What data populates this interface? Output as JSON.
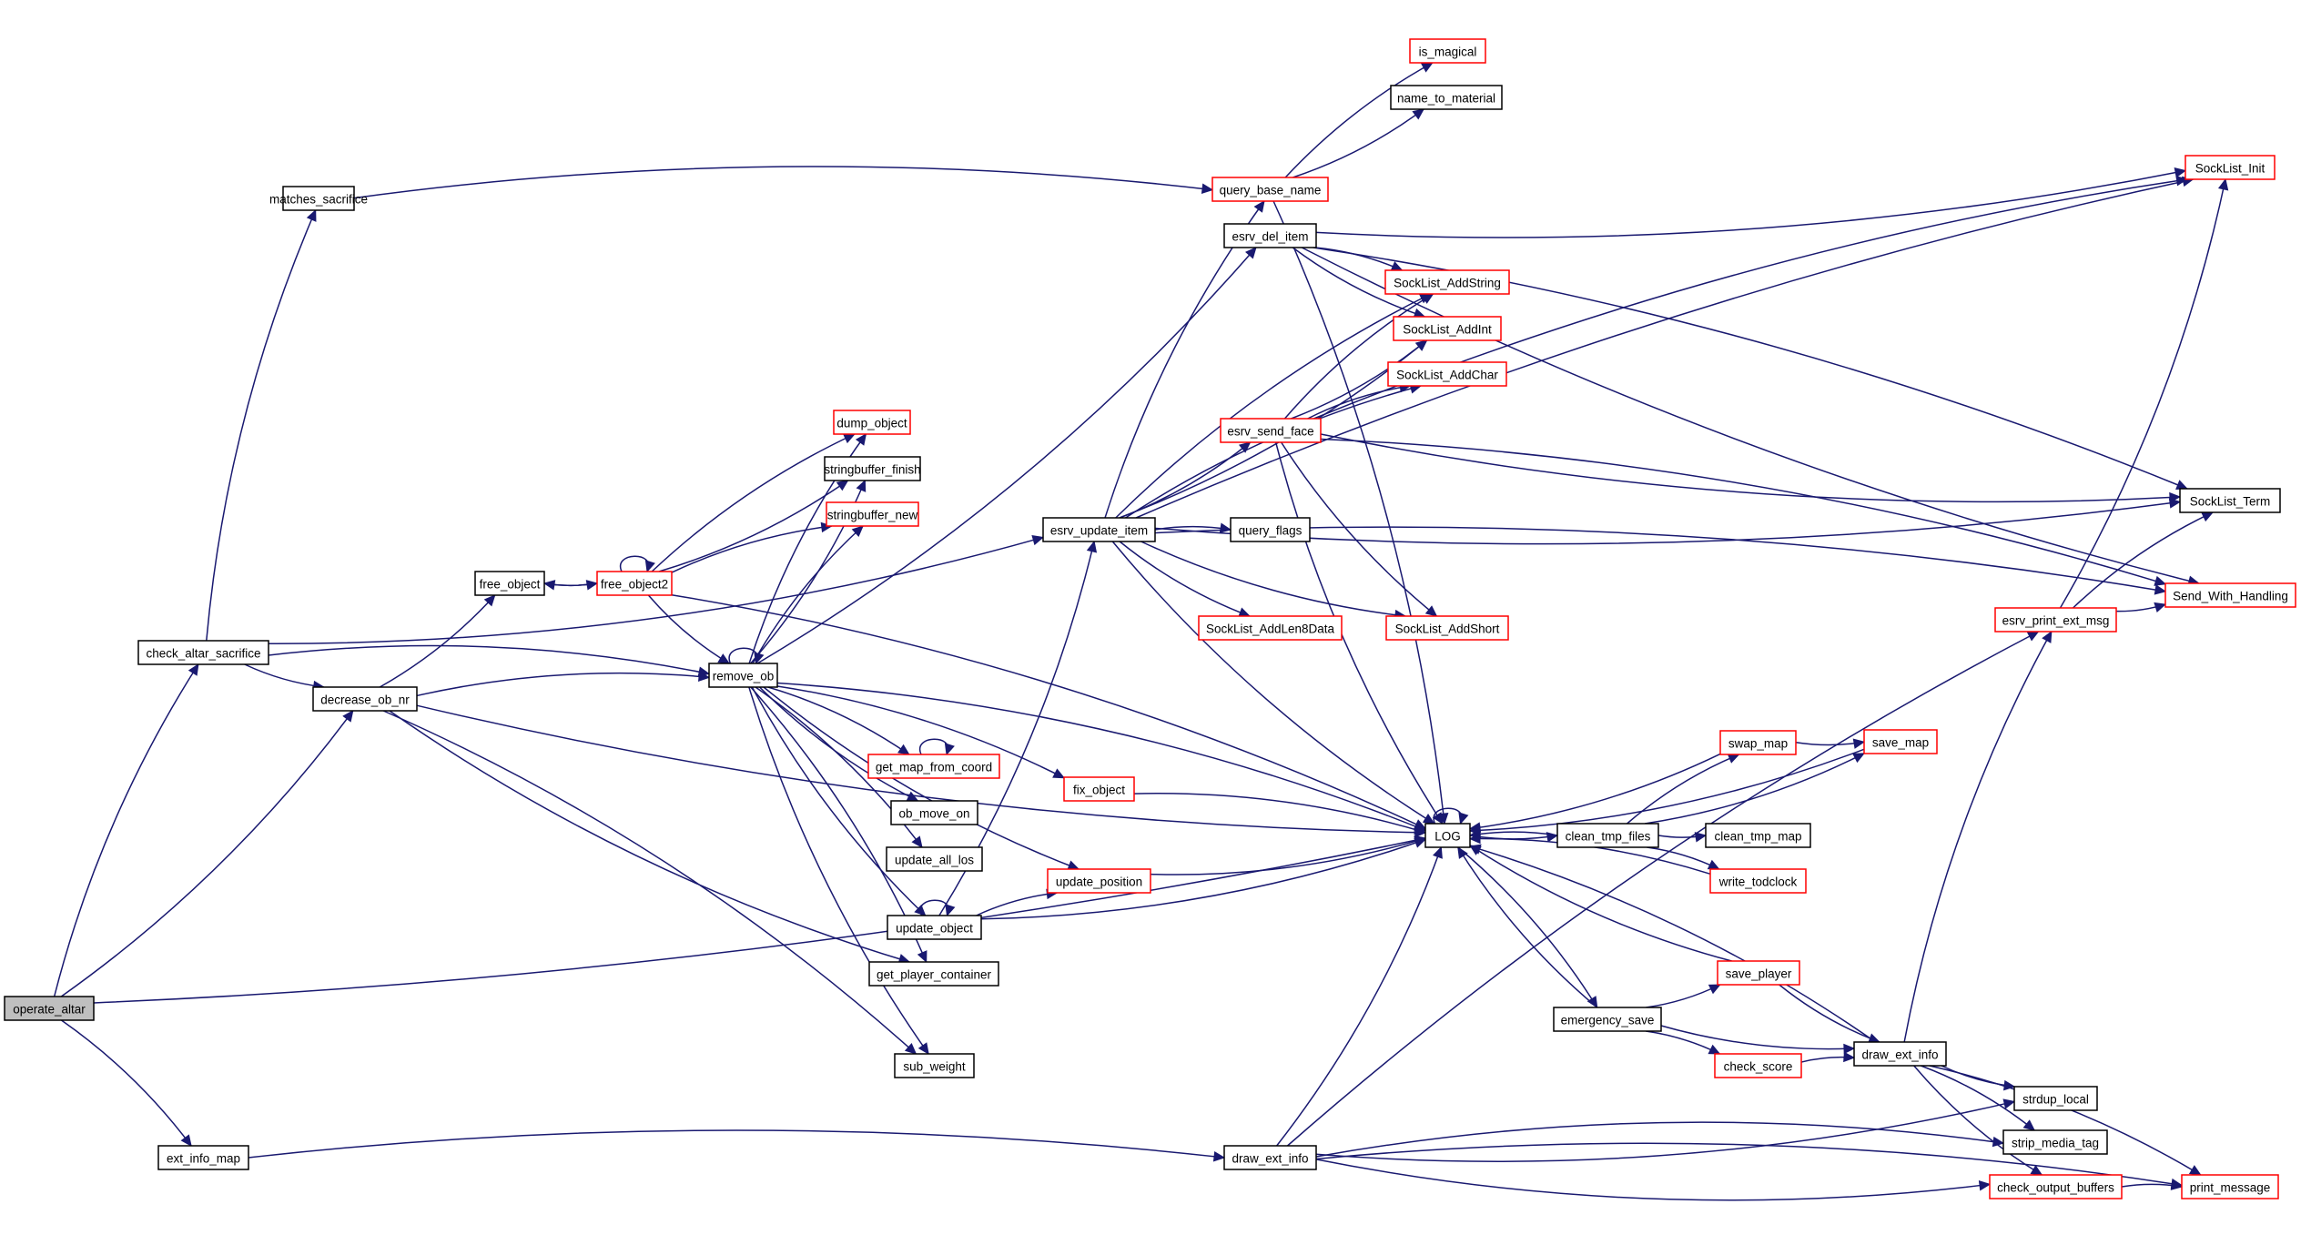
{
  "title": "Call graph for operate_altar",
  "colors": {
    "edge": "#191970",
    "node_border_default": "#000000",
    "node_border_truncated": "#ff0000",
    "root_fill": "#bfbfbf",
    "background": "#ffffff"
  },
  "nodes": [
    {
      "id": "operate_altar",
      "label": "operate_altar",
      "style": "root"
    },
    {
      "id": "check_altar_sacrifice",
      "label": "check_altar_sacrifice",
      "style": "normal"
    },
    {
      "id": "decrease_ob_nr",
      "label": "decrease_ob_nr",
      "style": "normal"
    },
    {
      "id": "ext_info_map",
      "label": "ext_info_map",
      "style": "normal"
    },
    {
      "id": "matches_sacrifice",
      "label": "matches_sacrifice",
      "style": "normal"
    },
    {
      "id": "free_object",
      "label": "free_object",
      "style": "normal"
    },
    {
      "id": "free_object2",
      "label": "free_object2",
      "style": "red"
    },
    {
      "id": "remove_ob",
      "label": "remove_ob",
      "style": "normal"
    },
    {
      "id": "dump_object",
      "label": "dump_object",
      "style": "red"
    },
    {
      "id": "stringbuffer_finish",
      "label": "stringbuffer_finish",
      "style": "normal"
    },
    {
      "id": "stringbuffer_new",
      "label": "stringbuffer_new",
      "style": "red"
    },
    {
      "id": "get_map_from_coord",
      "label": "get_map_from_coord",
      "style": "red"
    },
    {
      "id": "ob_move_on",
      "label": "ob_move_on",
      "style": "normal"
    },
    {
      "id": "update_all_los",
      "label": "update_all_los",
      "style": "normal"
    },
    {
      "id": "update_object",
      "label": "update_object",
      "style": "normal"
    },
    {
      "id": "get_player_container",
      "label": "get_player_container",
      "style": "normal"
    },
    {
      "id": "sub_weight",
      "label": "sub_weight",
      "style": "normal"
    },
    {
      "id": "fix_object",
      "label": "fix_object",
      "style": "red"
    },
    {
      "id": "update_position",
      "label": "update_position",
      "style": "red"
    },
    {
      "id": "esrv_update_item",
      "label": "esrv_update_item",
      "style": "normal"
    },
    {
      "id": "query_base_name",
      "label": "query_base_name",
      "style": "red"
    },
    {
      "id": "esrv_del_item",
      "label": "esrv_del_item",
      "style": "normal"
    },
    {
      "id": "is_magical",
      "label": "is_magical",
      "style": "red"
    },
    {
      "id": "name_to_material",
      "label": "name_to_material",
      "style": "normal"
    },
    {
      "id": "esrv_send_face",
      "label": "esrv_send_face",
      "style": "red"
    },
    {
      "id": "query_flags",
      "label": "query_flags",
      "style": "normal"
    },
    {
      "id": "SockList_AddLen8Data",
      "label": "SockList_AddLen8Data",
      "style": "red"
    },
    {
      "id": "SockList_AddString",
      "label": "SockList_AddString",
      "style": "red"
    },
    {
      "id": "SockList_AddInt",
      "label": "SockList_AddInt",
      "style": "red"
    },
    {
      "id": "SockList_AddChar",
      "label": "SockList_AddChar",
      "style": "red"
    },
    {
      "id": "SockList_AddShort",
      "label": "SockList_AddShort",
      "style": "red"
    },
    {
      "id": "LOG",
      "label": "LOG",
      "style": "normal"
    },
    {
      "id": "draw_ext_info",
      "label": "draw_ext_info",
      "style": "normal"
    },
    {
      "id": "clean_tmp_files",
      "label": "clean_tmp_files",
      "style": "normal"
    },
    {
      "id": "emergency_save",
      "label": "emergency_save",
      "style": "normal"
    },
    {
      "id": "swap_map",
      "label": "swap_map",
      "style": "red"
    },
    {
      "id": "clean_tmp_map",
      "label": "clean_tmp_map",
      "style": "normal"
    },
    {
      "id": "write_todclock",
      "label": "write_todclock",
      "style": "red"
    },
    {
      "id": "save_player",
      "label": "save_player",
      "style": "red"
    },
    {
      "id": "check_score",
      "label": "check_score",
      "style": "red"
    },
    {
      "id": "save_map",
      "label": "save_map",
      "style": "red"
    },
    {
      "id": "draw_ext_info_2",
      "label": "draw_ext_info",
      "style": "normal"
    },
    {
      "id": "SockList_Init",
      "label": "SockList_Init",
      "style": "red"
    },
    {
      "id": "SockList_Term",
      "label": "SockList_Term",
      "style": "normal"
    },
    {
      "id": "Send_With_Handling",
      "label": "Send_With_Handling",
      "style": "red"
    },
    {
      "id": "esrv_print_ext_msg",
      "label": "esrv_print_ext_msg",
      "style": "red"
    },
    {
      "id": "strdup_local",
      "label": "strdup_local",
      "style": "normal"
    },
    {
      "id": "strip_media_tag",
      "label": "strip_media_tag",
      "style": "normal"
    },
    {
      "id": "check_output_buffers",
      "label": "check_output_buffers",
      "style": "red"
    },
    {
      "id": "print_message",
      "label": "print_message",
      "style": "red"
    }
  ],
  "edges": [
    [
      "operate_altar",
      "check_altar_sacrifice"
    ],
    [
      "operate_altar",
      "decrease_ob_nr"
    ],
    [
      "operate_altar",
      "ext_info_map"
    ],
    [
      "operate_altar",
      "LOG"
    ],
    [
      "check_altar_sacrifice",
      "matches_sacrifice"
    ],
    [
      "check_altar_sacrifice",
      "decrease_ob_nr"
    ],
    [
      "check_altar_sacrifice",
      "remove_ob"
    ],
    [
      "check_altar_sacrifice",
      "esrv_update_item"
    ],
    [
      "matches_sacrifice",
      "query_base_name"
    ],
    [
      "decrease_ob_nr",
      "free_object"
    ],
    [
      "decrease_ob_nr",
      "remove_ob"
    ],
    [
      "decrease_ob_nr",
      "get_player_container"
    ],
    [
      "decrease_ob_nr",
      "sub_weight"
    ],
    [
      "decrease_ob_nr",
      "LOG"
    ],
    [
      "ext_info_map",
      "draw_ext_info"
    ],
    [
      "free_object",
      "free_object2"
    ],
    [
      "free_object2",
      "free_object"
    ],
    [
      "free_object2",
      "free_object2"
    ],
    [
      "free_object2",
      "dump_object"
    ],
    [
      "free_object2",
      "stringbuffer_finish"
    ],
    [
      "free_object2",
      "stringbuffer_new"
    ],
    [
      "free_object2",
      "remove_ob"
    ],
    [
      "free_object2",
      "LOG"
    ],
    [
      "remove_ob",
      "remove_ob"
    ],
    [
      "remove_ob",
      "dump_object"
    ],
    [
      "remove_ob",
      "stringbuffer_finish"
    ],
    [
      "remove_ob",
      "stringbuffer_new"
    ],
    [
      "remove_ob",
      "esrv_del_item"
    ],
    [
      "remove_ob",
      "get_map_from_coord"
    ],
    [
      "remove_ob",
      "ob_move_on"
    ],
    [
      "remove_ob",
      "update_all_los"
    ],
    [
      "remove_ob",
      "update_object"
    ],
    [
      "remove_ob",
      "get_player_container"
    ],
    [
      "remove_ob",
      "sub_weight"
    ],
    [
      "remove_ob",
      "fix_object"
    ],
    [
      "remove_ob",
      "update_position"
    ],
    [
      "remove_ob",
      "LOG"
    ],
    [
      "get_map_from_coord",
      "get_map_from_coord"
    ],
    [
      "update_object",
      "update_object"
    ],
    [
      "update_object",
      "esrv_update_item"
    ],
    [
      "update_object",
      "update_position"
    ],
    [
      "update_object",
      "LOG"
    ],
    [
      "fix_object",
      "LOG"
    ],
    [
      "update_position",
      "LOG"
    ],
    [
      "esrv_update_item",
      "query_base_name"
    ],
    [
      "esrv_update_item",
      "esrv_send_face"
    ],
    [
      "esrv_update_item",
      "query_flags"
    ],
    [
      "esrv_update_item",
      "SockList_AddLen8Data"
    ],
    [
      "esrv_update_item",
      "SockList_AddString"
    ],
    [
      "esrv_update_item",
      "SockList_AddInt"
    ],
    [
      "esrv_update_item",
      "SockList_AddChar"
    ],
    [
      "esrv_update_item",
      "SockList_AddShort"
    ],
    [
      "esrv_update_item",
      "SockList_Init"
    ],
    [
      "esrv_update_item",
      "SockList_Term"
    ],
    [
      "esrv_update_item",
      "Send_With_Handling"
    ],
    [
      "esrv_update_item",
      "LOG"
    ],
    [
      "query_base_name",
      "is_magical"
    ],
    [
      "query_base_name",
      "name_to_material"
    ],
    [
      "query_base_name",
      "LOG"
    ],
    [
      "esrv_del_item",
      "SockList_Init"
    ],
    [
      "esrv_del_item",
      "SockList_AddString"
    ],
    [
      "esrv_del_item",
      "SockList_AddInt"
    ],
    [
      "esrv_del_item",
      "SockList_Term"
    ],
    [
      "esrv_del_item",
      "Send_With_Handling"
    ],
    [
      "esrv_send_face",
      "SockList_AddString"
    ],
    [
      "esrv_send_face",
      "SockList_AddInt"
    ],
    [
      "esrv_send_face",
      "SockList_AddChar"
    ],
    [
      "esrv_send_face",
      "SockList_AddShort"
    ],
    [
      "esrv_send_face",
      "SockList_Init"
    ],
    [
      "esrv_send_face",
      "SockList_Term"
    ],
    [
      "esrv_send_face",
      "Send_With_Handling"
    ],
    [
      "esrv_send_face",
      "LOG"
    ],
    [
      "LOG",
      "LOG"
    ],
    [
      "LOG",
      "clean_tmp_files"
    ],
    [
      "LOG",
      "emergency_save"
    ],
    [
      "clean_tmp_files",
      "LOG"
    ],
    [
      "clean_tmp_files",
      "swap_map"
    ],
    [
      "clean_tmp_files",
      "clean_tmp_map"
    ],
    [
      "clean_tmp_files",
      "write_todclock"
    ],
    [
      "clean_tmp_files",
      "save_map"
    ],
    [
      "swap_map",
      "LOG"
    ],
    [
      "swap_map",
      "save_map"
    ],
    [
      "save_map",
      "LOG"
    ],
    [
      "write_todclock",
      "LOG"
    ],
    [
      "emergency_save",
      "LOG"
    ],
    [
      "emergency_save",
      "save_player"
    ],
    [
      "emergency_save",
      "check_score"
    ],
    [
      "emergency_save",
      "draw_ext_info_2"
    ],
    [
      "save_player",
      "LOG"
    ],
    [
      "save_player",
      "draw_ext_info_2"
    ],
    [
      "check_score",
      "draw_ext_info_2"
    ],
    [
      "draw_ext_info_2",
      "LOG"
    ],
    [
      "draw_ext_info_2",
      "esrv_print_ext_msg"
    ],
    [
      "draw_ext_info_2",
      "strdup_local"
    ],
    [
      "draw_ext_info_2",
      "strip_media_tag"
    ],
    [
      "draw_ext_info_2",
      "check_output_buffers"
    ],
    [
      "draw_ext_info_2",
      "print_message"
    ],
    [
      "draw_ext_info",
      "LOG"
    ],
    [
      "draw_ext_info",
      "esrv_print_ext_msg"
    ],
    [
      "draw_ext_info",
      "strdup_local"
    ],
    [
      "draw_ext_info",
      "strip_media_tag"
    ],
    [
      "draw_ext_info",
      "check_output_buffers"
    ],
    [
      "draw_ext_info",
      "print_message"
    ],
    [
      "esrv_print_ext_msg",
      "SockList_Init"
    ],
    [
      "esrv_print_ext_msg",
      "SockList_Term"
    ],
    [
      "esrv_print_ext_msg",
      "Send_With_Handling"
    ],
    [
      "check_output_buffers",
      "print_message"
    ]
  ]
}
